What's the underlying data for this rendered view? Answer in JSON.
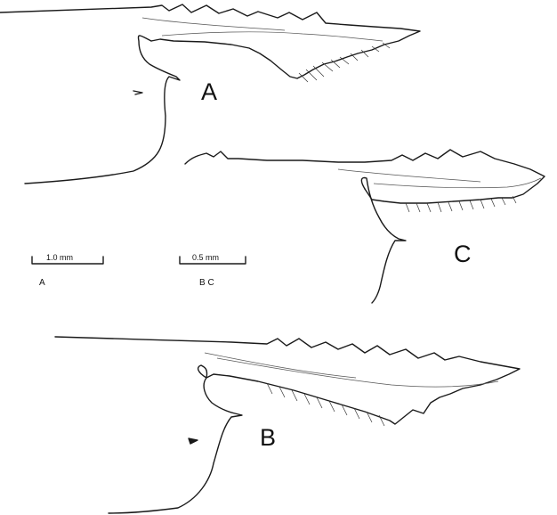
{
  "figure": {
    "labels": {
      "a": "A",
      "b": "B",
      "c": "C"
    },
    "scale_bars": [
      {
        "value": "1.0 mm",
        "caption": "A"
      },
      {
        "value": "0.5 mm",
        "caption": "B  C"
      }
    ],
    "ink_color": "#1a1a1a"
  }
}
